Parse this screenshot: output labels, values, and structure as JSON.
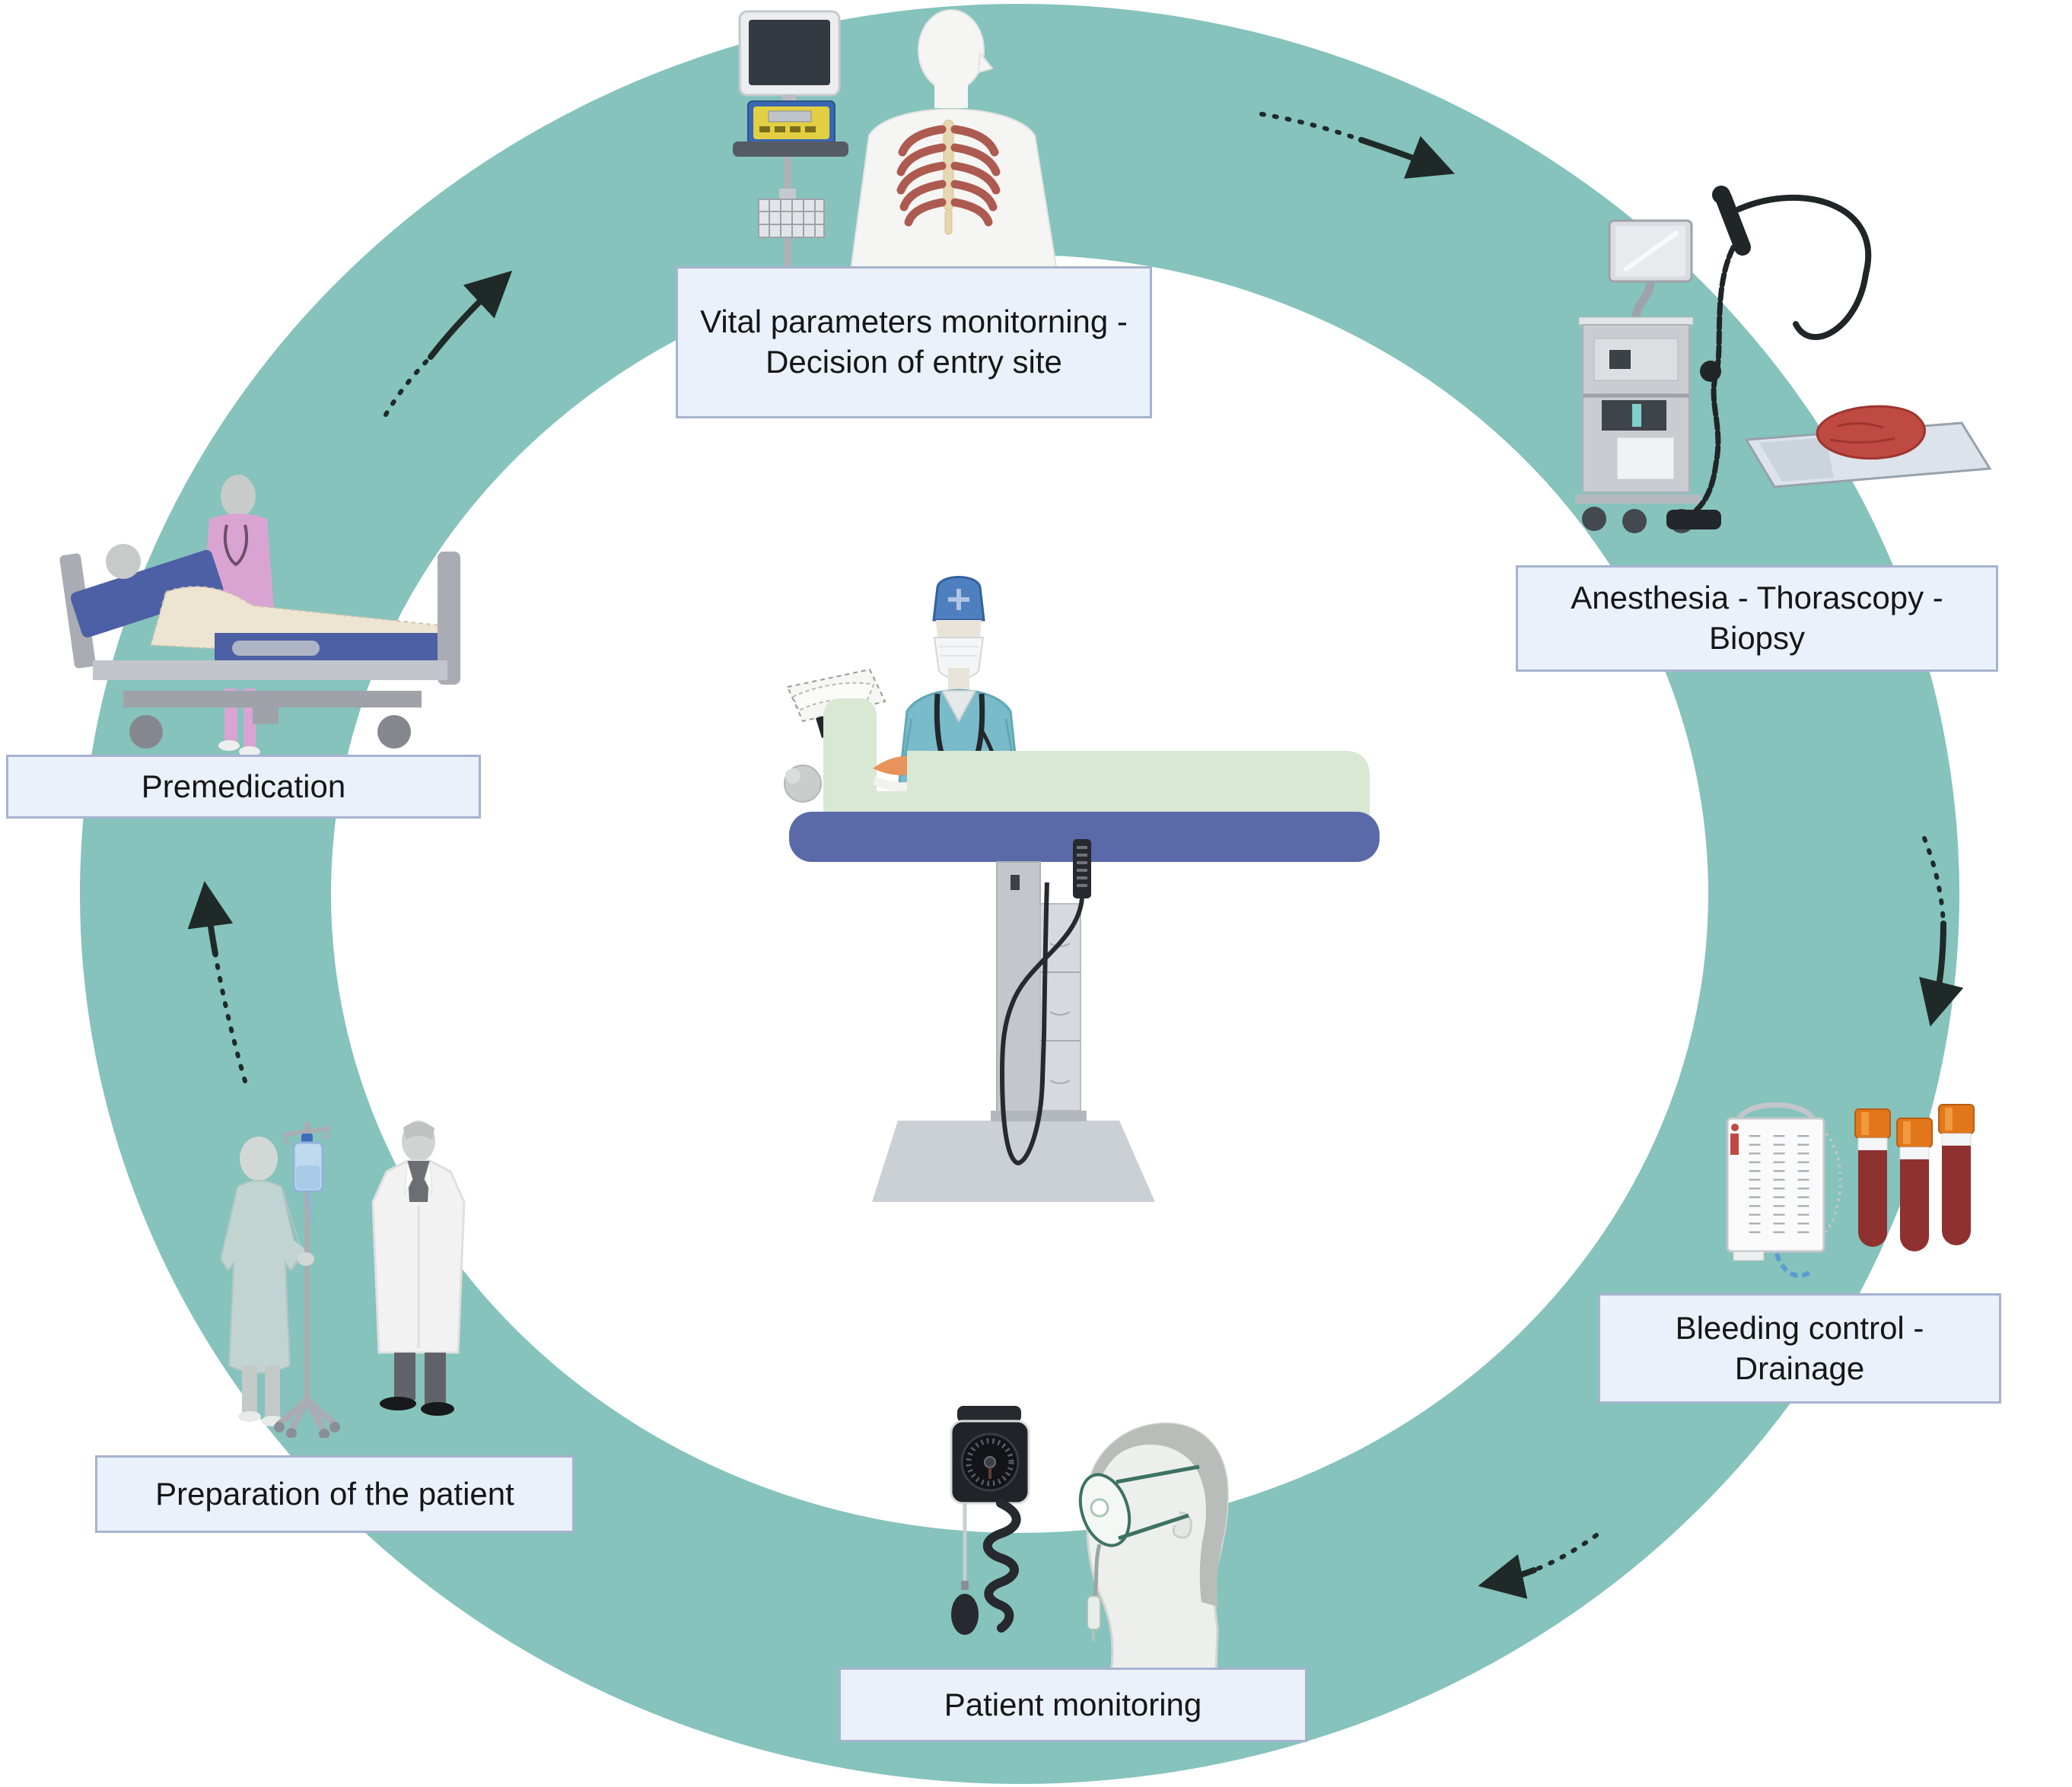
{
  "diagram": {
    "type": "circular-workflow",
    "subject": "thoracoscopy-procedure-cycle",
    "stages": [
      {
        "label": "Premedication",
        "icon": "hospital-bed-with-patient-and-nurse"
      },
      {
        "label": "Vital parameters monitorning - Decision of entry site",
        "icon": "vital-signs-monitor-and-chest-anatomy"
      },
      {
        "label": "Anesthesia - Thorascopy - Biopsy",
        "icon": "endoscopy-tower-scope-and-biopsy-tray"
      },
      {
        "label": "Bleeding control - Drainage",
        "icon": "chest-drainage-unit-and-blood-tubes"
      },
      {
        "label": "Patient monitoring",
        "icon": "blood-pressure-gauge-and-oxygen-mask-patient"
      },
      {
        "label": "Preparation of the patient",
        "icon": "patient-with-iv-pole-and-doctor"
      }
    ],
    "center": {
      "icon": "surgeon-at-operating-table"
    },
    "arrows": [
      {
        "name": "preparation-to-premedication",
        "direction": "up"
      },
      {
        "name": "premedication-to-vital",
        "direction": "up-right"
      },
      {
        "name": "vital-to-anesthesia",
        "direction": "down-right"
      },
      {
        "name": "anesthesia-to-bleeding",
        "direction": "down"
      },
      {
        "name": "bleeding-to-monitoring",
        "direction": "left"
      }
    ],
    "colors": {
      "background": "#FFFFFF",
      "ring": "#85C3BC",
      "label_background": "#EBF1FA",
      "label_border": "#A6B3CF",
      "label_text": "#161616",
      "arrow": "#1F2A28",
      "scrub_teal": "#7ABBC9",
      "surgical_cap_blue": "#4E7FBE",
      "table_green": "#D8E8D3",
      "table_base_blue": "#5A69A8",
      "blood_red": "#8F3130",
      "tube_cap_orange": "#E2761B",
      "nurse_pink": "#D9A4D2",
      "rib_red": "#AD5A50"
    }
  }
}
